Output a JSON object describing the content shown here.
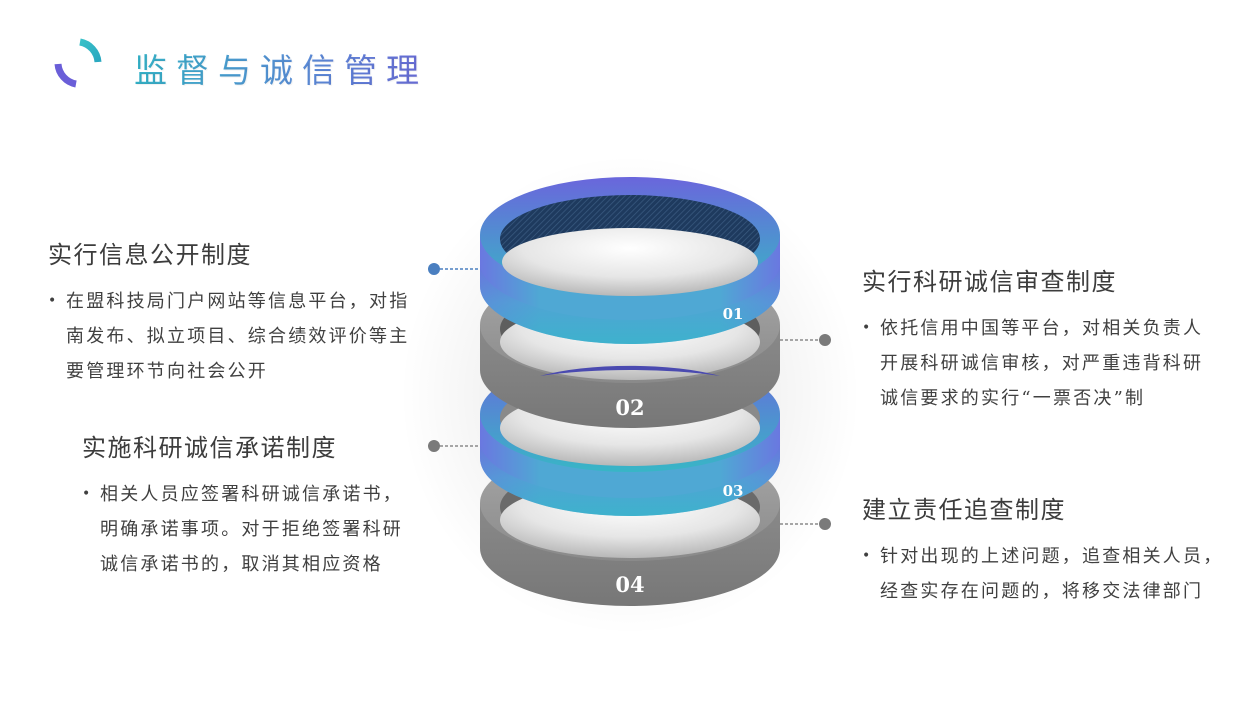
{
  "header": {
    "title": "监督与诚信管理",
    "logo_icon": "circular-arc-icon"
  },
  "colors": {
    "accent_teal": "#35b3c8",
    "accent_blue": "#5a8fd8",
    "accent_purple": "#6a6bd8",
    "ring_gray": "#7a7a7a",
    "connector_blue": "#4a7fc0",
    "connector_gray": "#7a7a7a"
  },
  "rings": [
    {
      "label": "01",
      "style": "gradient"
    },
    {
      "label": "02",
      "style": "gray"
    },
    {
      "label": "03",
      "style": "gradient"
    },
    {
      "label": "04",
      "style": "gray"
    }
  ],
  "sections": [
    {
      "heading": "实行信息公开制度",
      "bullets": [
        "在盟科技局门户网站等信息平台，对指南发布、拟立项目、综合绩效评价等主要管理环节向社会公开"
      ],
      "lines": [
        "在盟科技局门户网站等信息平台，对指",
        "南发布、拟立项目、综合绩效评价等主",
        "要管理环节向社会公开"
      ]
    },
    {
      "heading": "实施科研诚信承诺制度",
      "lines": [
        "相关人员应签署科研诚信承诺书，",
        "明确承诺事项。对于拒绝签署科研",
        "诚信承诺书的，取消其相应资格"
      ]
    },
    {
      "heading": "实行科研诚信审查制度",
      "lines": [
        "依托信用中国等平台，对相关负责人",
        "开展科研诚信审核，对严重违背科研",
        "诚信要求的实行“一票否决”制"
      ]
    },
    {
      "heading": "建立责任追查制度",
      "lines": [
        "针对出现的上述问题，追查相关人员，",
        "经查实存在问题的，将移交法律部门"
      ]
    }
  ],
  "bullet_glyph": "•"
}
